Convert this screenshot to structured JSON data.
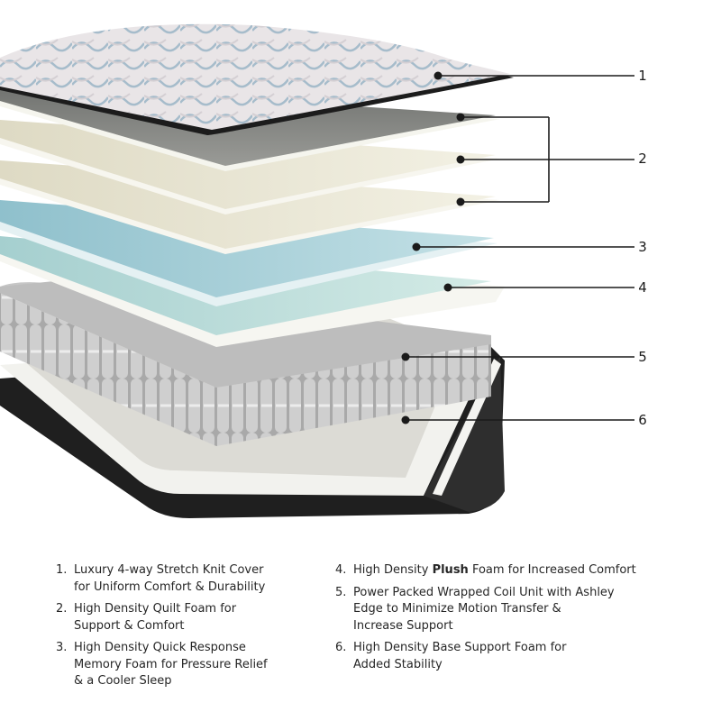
{
  "diagram": {
    "subject": "Hybrid mattress exploded layer diagram",
    "colors": {
      "cover": "#e8e4e6",
      "cover_pattern": "#9fb6c3",
      "cover_edge": "#1c1c1c",
      "quilt_foam_top": "#7d7f7c",
      "quilt_foam_cream": "#ece9d6",
      "memory_foam": "#a9ced5",
      "plush_foam": "#bcdedd",
      "foam_edge": "#f4f4ef",
      "coils": "#b8b8b8",
      "base_foam": "#e6e5e0",
      "casing": "#2b2b2b",
      "leader_line": "#1a1a1a"
    },
    "callouts": [
      {
        "number": "1"
      },
      {
        "number": "2"
      },
      {
        "number": "3"
      },
      {
        "number": "4"
      },
      {
        "number": "5"
      },
      {
        "number": "6"
      }
    ]
  },
  "legend": {
    "items": [
      {
        "number": "1.",
        "lines": [
          "Luxury 4-way Stretch Knit Cover",
          "for Uniform Comfort & Durability"
        ]
      },
      {
        "number": "2.",
        "lines": [
          "High Density Quilt Foam for",
          "Support & Comfort"
        ]
      },
      {
        "number": "3.",
        "lines": [
          "High Density Quick Response",
          "Memory Foam for Pressure Relief",
          "& a Cooler Sleep"
        ]
      },
      {
        "number": "4.",
        "prefix": "High Density ",
        "bold": "Plush",
        "suffix": " Foam for Increased Comfort"
      },
      {
        "number": "5.",
        "lines": [
          "Power Packed Wrapped Coil Unit with Ashley",
          "Edge to Minimize Motion Transfer &",
          "Increase Support"
        ]
      },
      {
        "number": "6.",
        "lines": [
          "High Density Base Support Foam for",
          "Added Stability"
        ]
      }
    ]
  }
}
